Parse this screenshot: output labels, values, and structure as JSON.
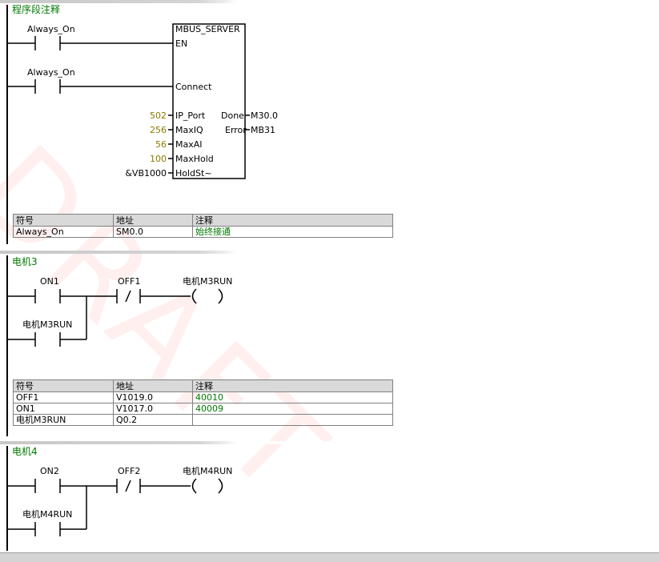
{
  "watermark": "DRAFT",
  "network1": {
    "comment": "程序段注释",
    "contact1_label": "Always_On",
    "contact2_label": "Always_On",
    "block": {
      "name": "MBUS_SERVER",
      "pins_left": [
        "EN",
        "Connect",
        "IP_Port",
        "MaxIQ",
        "MaxAI",
        "MaxHold",
        "HoldSt~"
      ],
      "pins_right": [
        "Done",
        "Error"
      ],
      "inputs": [
        "502",
        "256",
        "56",
        "100",
        "&VB1000"
      ],
      "outputs": [
        "M30.0",
        "MB31"
      ]
    },
    "table": {
      "headers": [
        "符号",
        "地址",
        "注释"
      ],
      "rows": [
        [
          "Always_On",
          "SM0.0",
          "始终接通"
        ]
      ]
    }
  },
  "network2": {
    "comment": "电机3",
    "contact_on": "ON1",
    "contact_off": "OFF1",
    "coil": "电机M3RUN",
    "parallel": "电机M3RUN",
    "table": {
      "headers": [
        "符号",
        "地址",
        "注释"
      ],
      "rows": [
        [
          "OFF1",
          "V1019.0",
          "40010"
        ],
        [
          "ON1",
          "V1017.0",
          "40009"
        ],
        [
          "电机M3RUN",
          "Q0.2",
          ""
        ]
      ]
    }
  },
  "network3": {
    "comment": "电机4",
    "contact_on": "ON2",
    "contact_off": "OFF2",
    "coil": "电机M4RUN",
    "parallel": "电机M4RUN"
  }
}
